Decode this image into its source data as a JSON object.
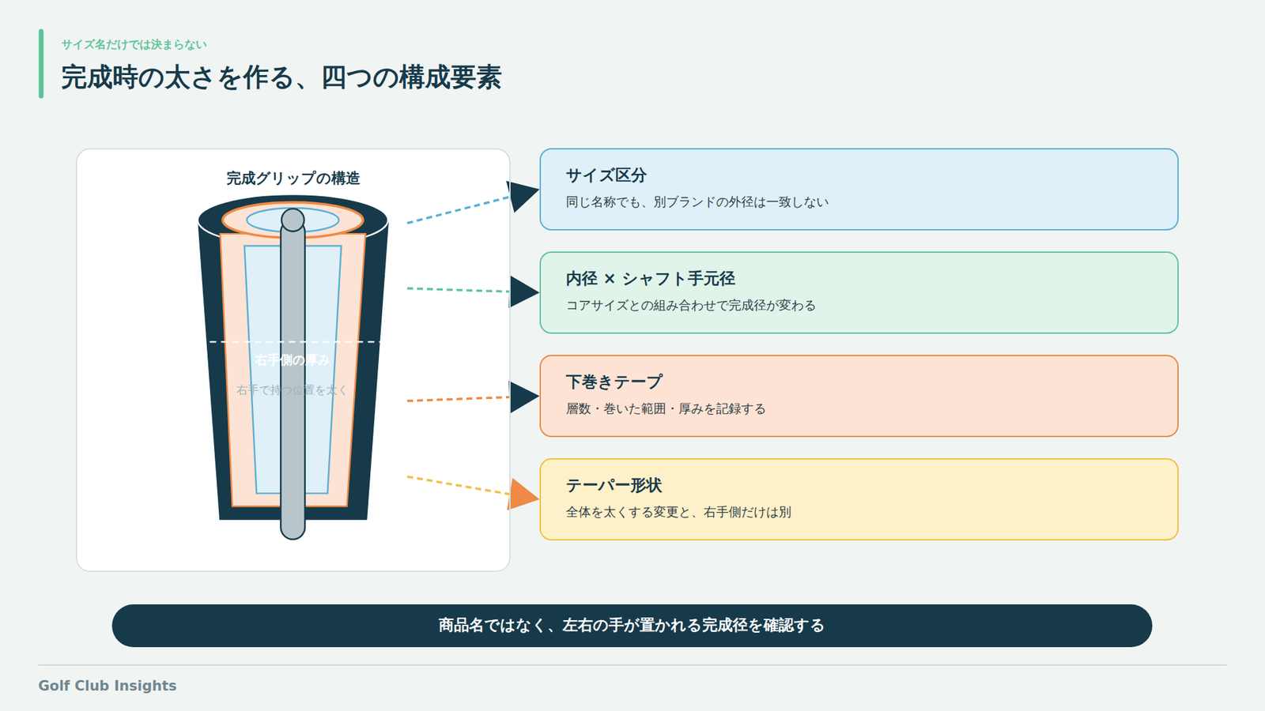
{
  "diagram": {
    "title": "完成時の太さを作る、四つの構成要素",
    "nodes": [
      {
        "text": [
          "完成グリップの構造"
        ]
      },
      {
        "text": [
          "サイズ区分",
          "同じ名称でも、別ブランドの外径は一致しない"
        ]
      },
      {
        "text": [
          "内径 × シャフト手元径",
          "コアサイズとの組み合わせで完成径が変わる"
        ]
      },
      {
        "text": [
          "下巻きテープ",
          "層数・巻いた範囲・厚みを記録する"
        ]
      },
      {
        "text": [
          "テーパー形状",
          "全体を太くする変更と、右手側だけは別"
        ]
      },
      {
        "text": [
          "商品名ではなく、左右の手が置かれる完成径を確認する"
        ]
      }
    ],
    "edges": [
      {
        "from": 0,
        "to": 1,
        "arrow": "to"
      },
      {
        "from": 0,
        "to": 2,
        "arrow": "to"
      },
      {
        "from": 0,
        "to": 3,
        "arrow": "to"
      },
      {
        "from": 0,
        "to": 4,
        "arrow": "to"
      }
    ],
    "labels": [
      "サイズ名だけでは決まらない",
      "右手側の厚み",
      "右手で持つ位置を太く",
      "Golf Club Insights"
    ]
  }
}
